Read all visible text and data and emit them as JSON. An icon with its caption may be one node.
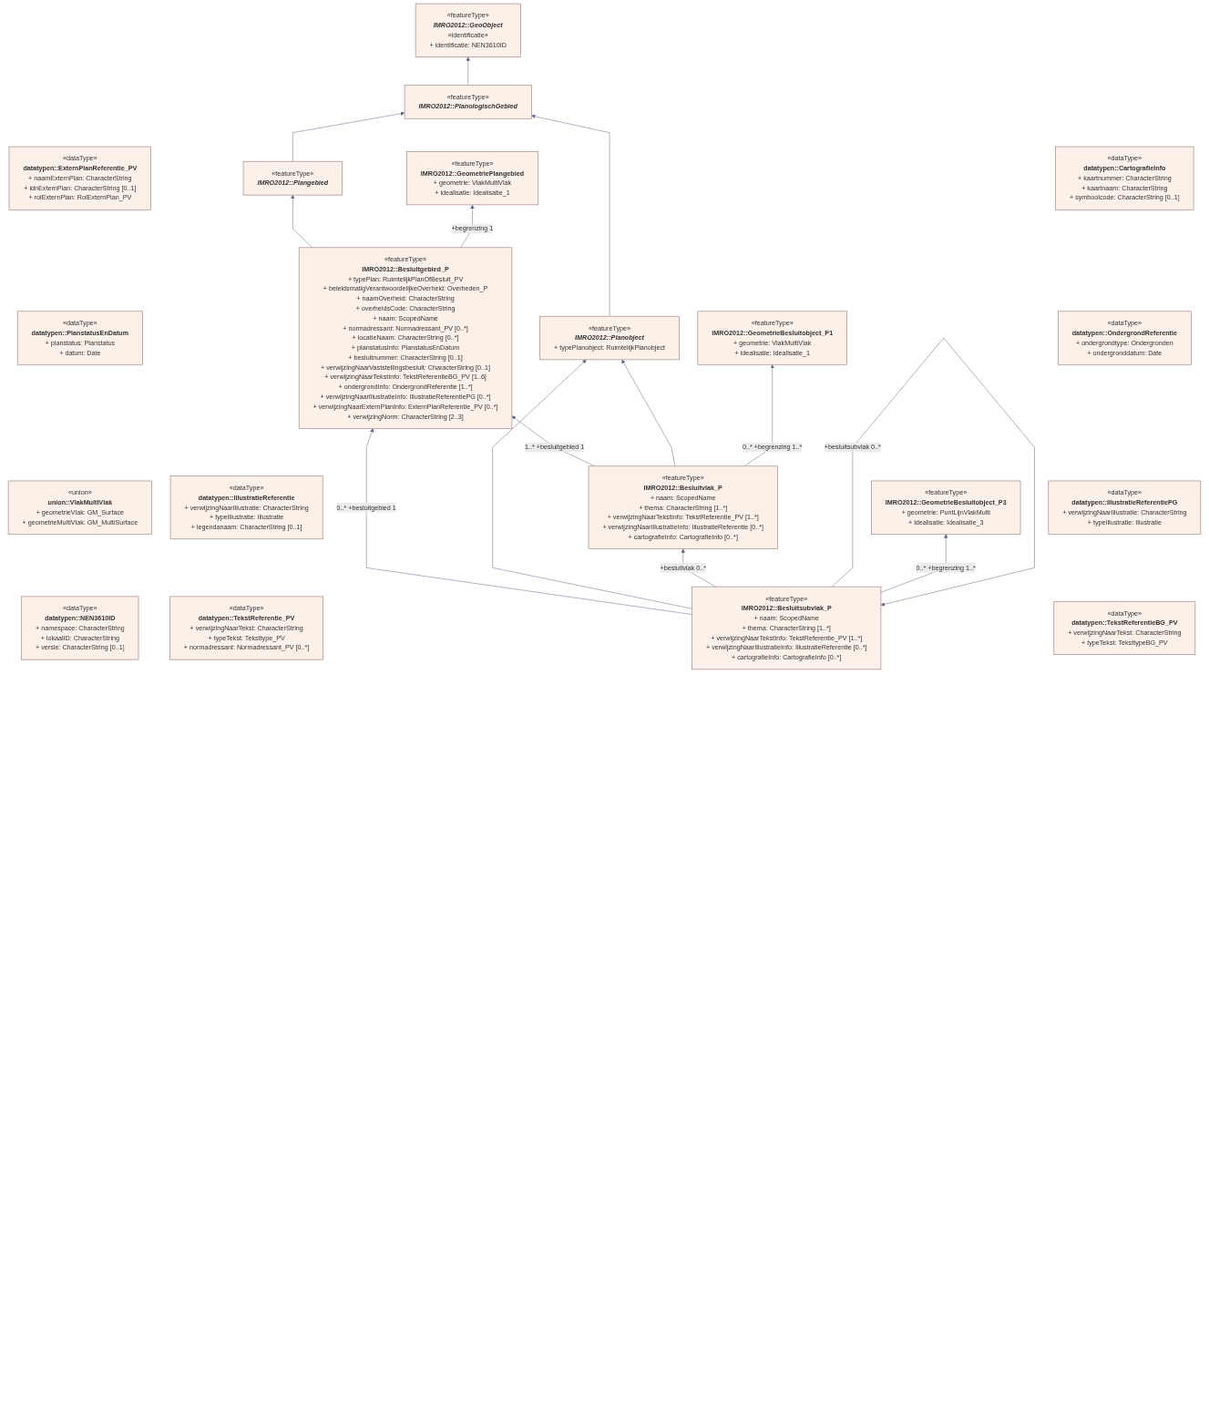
{
  "diagram": {
    "nodes": [
      {
        "text": [
          "«featureType»",
          "IMRO2012::Planobject",
          "+ typePlanobject: RuimtelijkPlanobject"
        ]
      },
      {
        "text": [
          "«featureType»",
          "IMRO2012::PlanologischGebied"
        ]
      },
      {
        "text": [
          "«featureType»",
          "IMRO2012::GeoObject",
          "«identificatie»",
          "+ identificatie: NEN3610ID"
        ]
      },
      {
        "text": [
          "«dataType»",
          "datatypen::NEN3610ID",
          "+ namespace: CharacterString",
          "+ lokaalID: CharacterString",
          "+ versie: CharacterString [0..1]"
        ]
      },
      {
        "text": [
          "«featureType»",
          "IMRO2012::Besluitgebied_P",
          "+ typePlan: RuimtelijkPlanOfBesluit_PV",
          "+ beleidsmatigVerantwoordelijkeOverheid: Overheden_P",
          "+ naamOverheid: CharacterString",
          "+ overheidsCode: CharacterString",
          "+ naam: ScopedName",
          "+ normadressant: Normadressant_PV [0..*]",
          "+ locatieNaam: CharacterString [0..*]",
          "+ planstatusInfo: PlanstatusEnDatum",
          "+ besluitnummer: CharacterString [0..1]",
          "+ verwijzingNaarVaststellingsbesluit: CharacterString [0..1]",
          "+ verwijzingNaarTekstInfo: TekstReferentieBG_PV [1..6]",
          "+ ondergrondInfo: OndergrondReferentie [1..*]",
          "+ verwijzingNaarIllustratieInfo: IllustratieReferentiePG [0..*]",
          "+ verwijzingNaarExternPlanInfo: ExternPlanReferentie_PV [0..*]",
          "+ verwijzingNorm: CharacterString [2..3]"
        ]
      },
      {
        "text": [
          "«featureType»",
          "IMRO2012::Plangebied"
        ]
      },
      {
        "text": [
          "«featureType»",
          "IMRO2012::GeometriePlangebied",
          "+ geometrie: VlakMultiVlak",
          "+ idealisatie: Idealisatie_1"
        ]
      },
      {
        "text": [
          "«union»",
          "union::VlakMultiVlak",
          "+ geometrieVlak: GM_Surface",
          "+ geometrieMultiVlak: GM_MultiSurface"
        ]
      },
      {
        "text": [
          "«featureType»",
          "IMRO2012::Besluitvlak_P",
          "+ naam: ScopedName",
          "+ thema: CharacterString [1..*]",
          "+ verwijzingNaarTekstInfo: TekstReferentie_PV [1..*]",
          "+ verwijzingNaarIllustratieInfo: IllustratieReferentie [0..*]",
          "+ cartografieInfo: CartografieInfo [0..*]"
        ]
      },
      {
        "text": [
          "«featureType»",
          "IMRO2012::Besluitsubvlak_P",
          "+ naam: ScopedName",
          "+ thema: CharacterString [1..*]",
          "+ verwijzingNaarTekstInfo: TekstReferentie_PV [1..*]",
          "+ verwijzingNaarIllustratieInfo: IllustratieReferentie [0..*]",
          "+ cartografieInfo: CartografieInfo [0..*]"
        ]
      },
      {
        "text": [
          "«dataType»",
          "datatypen::PlanstatusEnDatum",
          "+ planstatus: Planstatus",
          "+ datum: Date"
        ]
      },
      {
        "text": [
          "«featureType»",
          "IMRO2012::GeometrieBesluitobject_P1",
          "+ geometrie: VlakMultiVlak",
          "+ idealisatie: Idealisatie_1"
        ]
      },
      {
        "text": [
          "«featureType»",
          "IMRO2012::GeometrieBesluitobject_P3",
          "+ geometrie: PuntLijnVlakMulti",
          "+ idealisatie: Idealisatie_3"
        ]
      },
      {
        "text": [
          "«dataType»",
          "datatypen::ExternPlanReferentie_PV",
          "+ naamExternPlan: CharacterString",
          "+ idnExternPlan: CharacterString [0..1]",
          "+ rolExternPlan: RolExternPlan_PV"
        ]
      },
      {
        "text": [
          "«dataType»",
          "datatypen::TekstReferentieBG_PV",
          "+ verwijzingNaarTekst: CharacterString",
          "+ typeTekst: TeksttypeBG_PV"
        ]
      },
      {
        "text": [
          "«dataType»",
          "datatypen::IllustratieReferentiePG",
          "+ verwijzingNaarIllustratie: CharacterString",
          "+ typeIllustratie: Illustratie"
        ]
      },
      {
        "text": [
          "«dataType»",
          "datatypen::OndergrondReferentie",
          "+ ondergrondtype: Ondergronden",
          "+ ondergronddatum: Date"
        ]
      },
      {
        "text": [
          "«dataType»",
          "datatypen::CartografieInfo",
          "+ kaartnummer: CharacterString",
          "+ kaartnaam: CharacterString",
          "+ symboolcode: CharacterString [0..1]"
        ]
      },
      {
        "text": [
          "«dataType»",
          "datatypen::TekstReferentie_PV",
          "+ verwijzingNaarTekst: CharacterString",
          "+ typeTekst: Teksttype_PV",
          "+ normadressant: Normadressant_PV [0..*]"
        ]
      },
      {
        "text": [
          "«dataType»",
          "datatypen::IllustratieReferentie",
          "+ verwijzingNaarIllustratie: CharacterString",
          "+ typeIllustratie: Illustratie",
          "+ legendanaam: CharacterString [0..1]"
        ]
      }
    ],
    "edges": [
      {
        "from": 0,
        "to": 1,
        "arrow": "to"
      },
      {
        "from": 1,
        "to": 2,
        "arrow": "to"
      },
      {
        "from": 5,
        "to": 1,
        "arrow": "to"
      },
      {
        "from": 4,
        "to": 5,
        "arrow": "to"
      },
      {
        "from": 4,
        "to": 6,
        "arrow": "to",
        "label": "+begrenzing 1"
      },
      {
        "from": 8,
        "to": 4,
        "arrow": "to",
        "label": "1..* +besluitgebied 1"
      },
      {
        "from": 9,
        "to": 4,
        "arrow": "to",
        "label": "0..* +besluitgebied 1"
      },
      {
        "from": 8,
        "to": 0,
        "arrow": "to"
      },
      {
        "from": 9,
        "to": 0,
        "arrow": "to"
      },
      {
        "from": 9,
        "to": 8,
        "arrow": "to",
        "label": "+besluitvlak 0..*"
      },
      {
        "from": 9,
        "to": 9,
        "arrow": "to",
        "label": "+besluitsubvlak 0..*"
      },
      {
        "from": 8,
        "to": 11,
        "arrow": "to",
        "label": "0..* +begrenzing 1..*"
      },
      {
        "from": 9,
        "to": 12,
        "arrow": "to",
        "label": "0..* +begrenzing 1..*"
      }
    ]
  }
}
